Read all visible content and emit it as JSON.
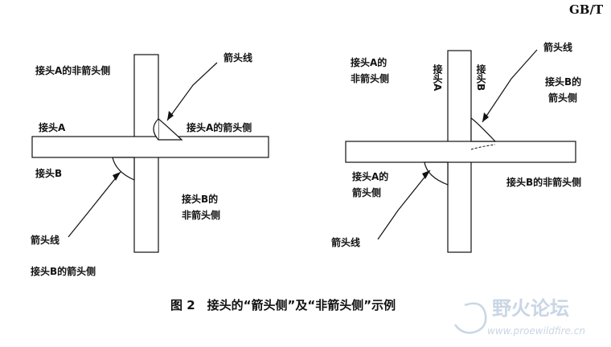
{
  "header": {
    "standard": "GB/T"
  },
  "left_figure": {
    "non_arrow_side_a": "接头A的非箭头侧",
    "arrow_line_top": "箭头线",
    "joint_a": "接头A",
    "arrow_side_a": "接头A的箭头侧",
    "joint_b": "接头B",
    "non_arrow_side_b_line1": "接头B的",
    "non_arrow_side_b_line2": "非箭头侧",
    "arrow_line_bottom": "箭头线",
    "arrow_side_b": "接头B的箭头侧"
  },
  "right_figure": {
    "non_arrow_side_a_line1": "接头A的",
    "non_arrow_side_a_line2": "非箭头侧",
    "joint_a_vertical": "接头A",
    "joint_b_vertical": "接头B",
    "arrow_line_top": "箭头线",
    "arrow_side_b_line1": "接头B的",
    "arrow_side_b_line2": "箭头侧",
    "arrow_side_a_line1": "接头A的",
    "arrow_side_a_line2": "箭头侧",
    "non_arrow_side_b": "接头B的非箭头侧",
    "arrow_line_bottom": "箭头线"
  },
  "caption": {
    "text": "图 2　接头的“箭头侧”及“非箭头侧”示例"
  },
  "watermark": {
    "title": "野火论坛",
    "url": "www.proewildfire.cn"
  }
}
